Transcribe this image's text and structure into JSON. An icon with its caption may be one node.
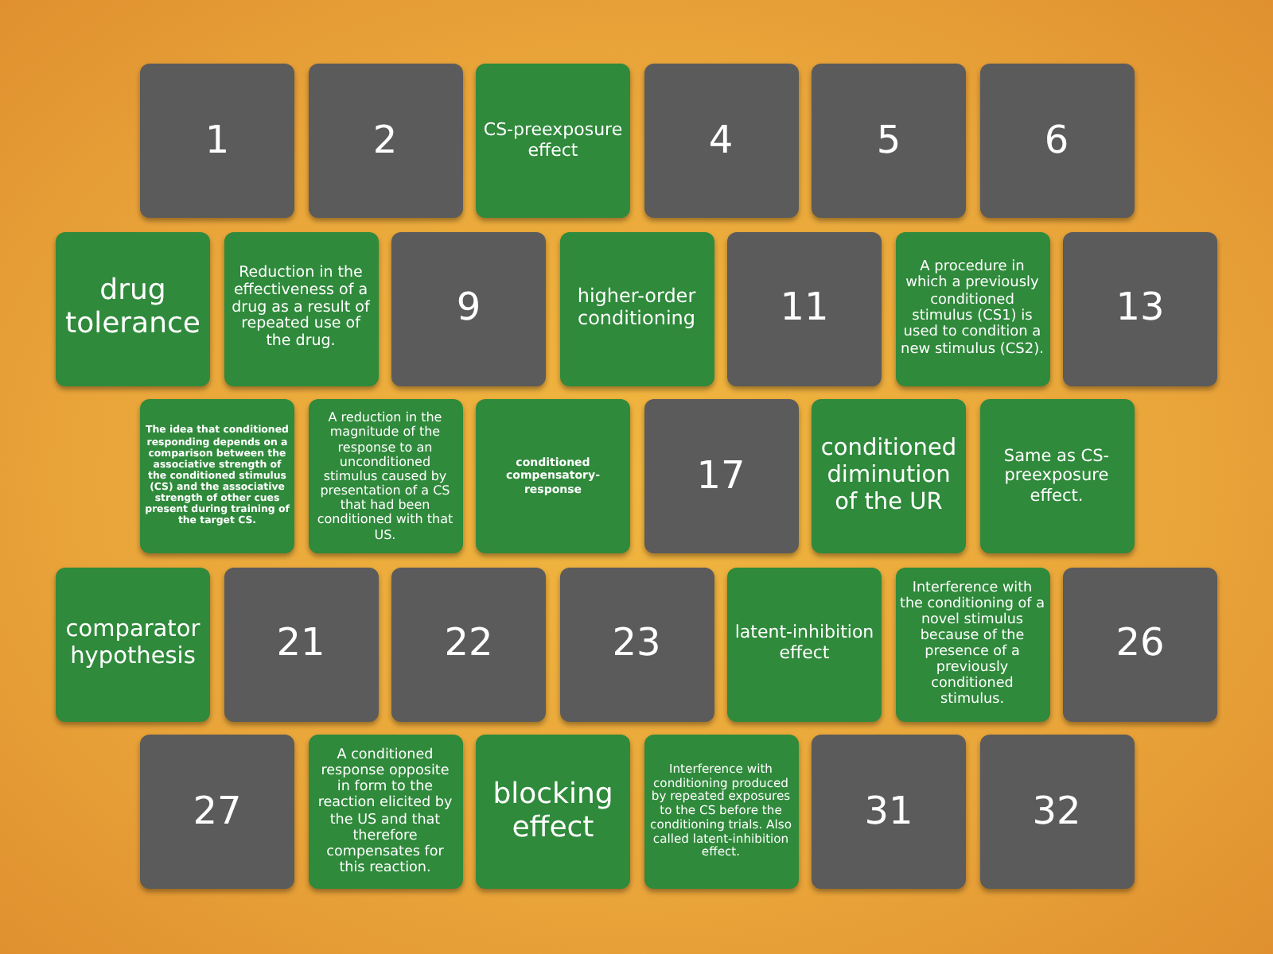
{
  "diagram": {
    "nodes": [
      {
        "text": [
          "1"
        ]
      },
      {
        "text": [
          "2"
        ]
      },
      {
        "text": [
          "CS-preexposure effect"
        ]
      },
      {
        "text": [
          "4"
        ]
      },
      {
        "text": [
          "5"
        ]
      },
      {
        "text": [
          "6"
        ]
      },
      {
        "text": [
          "drug tolerance"
        ]
      },
      {
        "text": [
          "Reduction in the effectiveness of a drug as a result of repeated use of the drug."
        ]
      },
      {
        "text": [
          "9"
        ]
      },
      {
        "text": [
          "higher-order conditioning"
        ]
      },
      {
        "text": [
          "11"
        ]
      },
      {
        "text": [
          "A procedure in which a previously conditioned stimulus (CS1) is used to condition a new stimulus (CS2)."
        ]
      },
      {
        "text": [
          "13"
        ]
      },
      {
        "text": [
          "The idea that conditioned responding depends on a comparison between the associative strength of the conditioned stimulus (CS) and the associative strength of other cues present during training of the target CS."
        ]
      },
      {
        "text": [
          "A reduction in the magnitude of the response to an unconditioned stimulus caused by presentation of a CS that had been conditioned with that US."
        ]
      },
      {
        "text": [
          "conditioned compensatory-response"
        ]
      },
      {
        "text": [
          "17"
        ]
      },
      {
        "text": [
          "conditioned diminution of the UR"
        ]
      },
      {
        "text": [
          "Same as CS-preexposure effect."
        ]
      },
      {
        "text": [
          "comparator hypothesis"
        ]
      },
      {
        "text": [
          "21"
        ]
      },
      {
        "text": [
          "22"
        ]
      },
      {
        "text": [
          "23"
        ]
      },
      {
        "text": [
          "latent-inhibition effect"
        ]
      },
      {
        "text": [
          "Interference with the conditioning of a novel stimulus because of the presence of a previously conditioned stimulus."
        ]
      },
      {
        "text": [
          "26"
        ]
      },
      {
        "text": [
          "27"
        ]
      },
      {
        "text": [
          "A conditioned response opposite in form to the reaction elicited by the US and that therefore compensates for this reaction."
        ]
      },
      {
        "text": [
          "blocking effect"
        ]
      },
      {
        "text": [
          "Interference with conditioning produced by repeated exposures to the CS before the conditioning trials. Also called latent-inhibition effect."
        ]
      },
      {
        "text": [
          "31"
        ]
      },
      {
        "text": [
          "32"
        ]
      }
    ]
  }
}
